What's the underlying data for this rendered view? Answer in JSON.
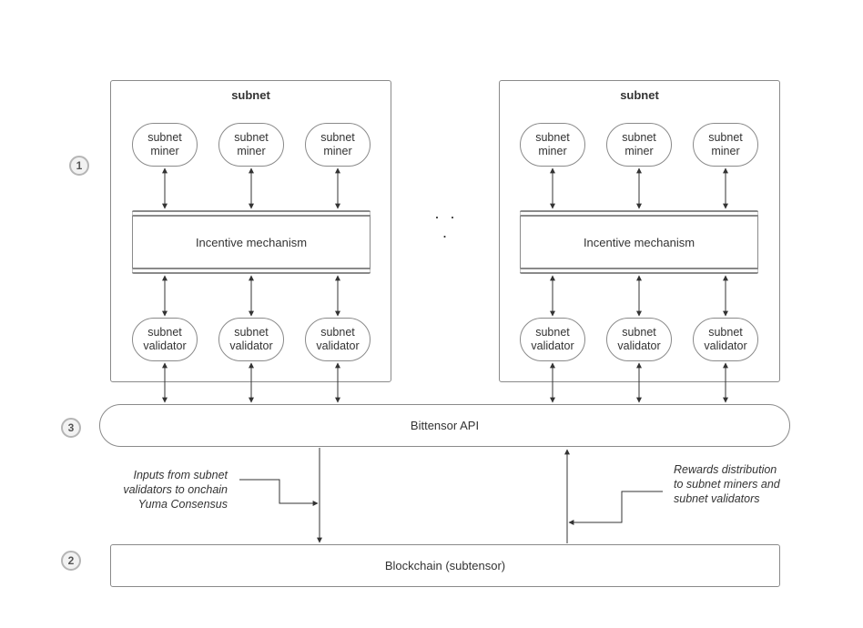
{
  "subnet_left": {
    "title": "subnet",
    "miners": [
      "subnet\nminer",
      "subnet\nminer",
      "subnet\nminer"
    ],
    "incentive": "Incentive mechanism",
    "validators": [
      "subnet\nvalidator",
      "subnet\nvalidator",
      "subnet\nvalidator"
    ]
  },
  "subnet_right": {
    "title": "subnet",
    "miners": [
      "subnet\nminer",
      "subnet\nminer",
      "subnet\nminer"
    ],
    "incentive": "Incentive mechanism",
    "validators": [
      "subnet\nvalidator",
      "subnet\nvalidator",
      "subnet\nvalidator"
    ]
  },
  "ellipsis": "· · ·",
  "api_label": "Bittensor API",
  "chain_label": "Blockchain (subtensor)",
  "markers": {
    "one": "1",
    "two": "2",
    "three": "3"
  },
  "notes": {
    "inputs": "Inputs from subnet validators to onchain Yuma Consensus",
    "rewards": "Rewards distribution to subnet miners and subnet validators"
  }
}
